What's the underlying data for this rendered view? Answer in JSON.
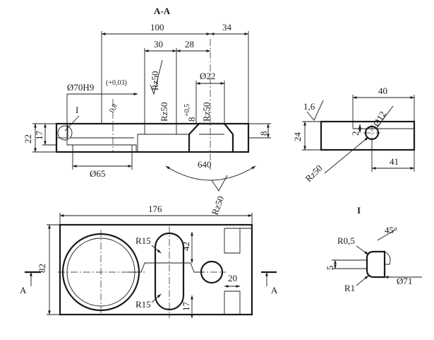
{
  "section_title": "A-A",
  "detail_title": "I",
  "section_marker": "A",
  "detail_marker": "I",
  "dims": {
    "d100": "100",
    "d34": "34",
    "d30": "30",
    "d28": "28",
    "dia22": "Ø22",
    "fit": "Ø70H9",
    "tol": "(+0,03)",
    "rz": "Rz50",
    "r08": "0,8",
    "d8tol": "8",
    "d8tol_sup": "+0,5",
    "d22": "22",
    "d17": "17",
    "d8": "8",
    "dia65": "Ø65",
    "d640": "640",
    "d40": "40",
    "r16": "1,6",
    "d24": "24",
    "d2": "2",
    "dia12": "Ø12",
    "d41": "41",
    "d176": "176",
    "d82": "82",
    "r15": "R15",
    "d42": "42",
    "d20": "20",
    "d17b": "17",
    "r05": "R0,5",
    "a45": "45°",
    "d5": "5",
    "r1": "R1",
    "dia71": "Ø71"
  }
}
